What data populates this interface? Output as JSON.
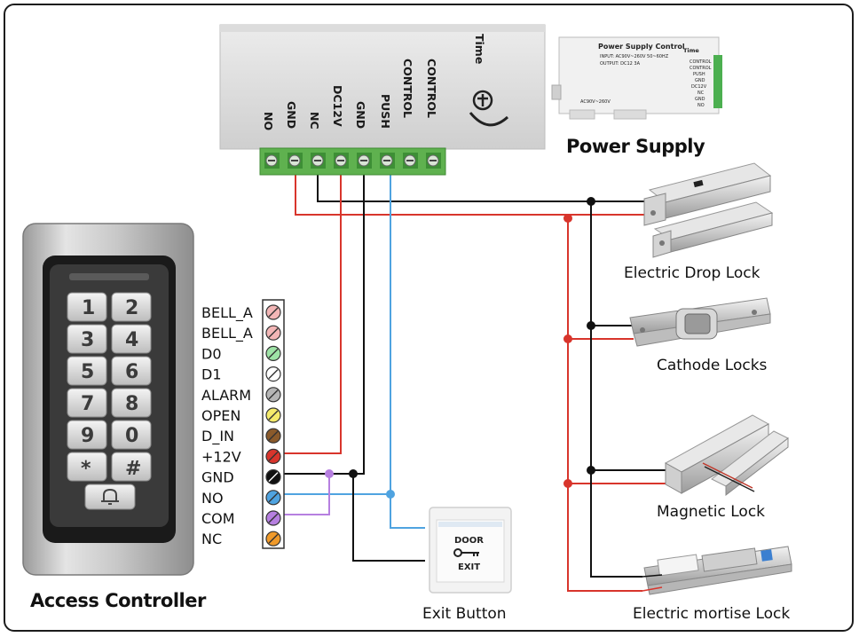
{
  "colors": {
    "red": "#d8352c",
    "black": "#111111",
    "blue": "#4fa3e0",
    "purple": "#b67fe0",
    "terminal_green": "#4caf50"
  },
  "power_supply": {
    "title": "Power Supply",
    "brand": "Time",
    "terminals": [
      "NO",
      "GND",
      "NC",
      "DC12V",
      "GND",
      "PUSH",
      "CONTROL",
      "CONTROL"
    ],
    "photo": {
      "brand": "Time",
      "title": "Power Supply Control",
      "input": "INPUT: AC90V~260V 50~60HZ",
      "output": "OUTPUT: DC12 3A",
      "side_text": "AC90V~260V",
      "terminals": [
        "CONTROL",
        "CONTROL",
        "PUSH",
        "GND",
        "DC12V",
        "NC",
        "GND",
        "NO"
      ]
    }
  },
  "access_controller": {
    "title": "Access Controller",
    "keys": [
      "1",
      "2",
      "3",
      "4",
      "5",
      "6",
      "7",
      "8",
      "9",
      "0",
      "*",
      "#"
    ],
    "terminals": [
      {
        "label": "BELL_A",
        "color": "#f3b6b6"
      },
      {
        "label": "BELL_A",
        "color": "#f3b6b6"
      },
      {
        "label": "D0",
        "color": "#9ee3a6"
      },
      {
        "label": "D1",
        "color": "#ffffff"
      },
      {
        "label": "ALARM",
        "color": "#b5b5b5"
      },
      {
        "label": "OPEN",
        "color": "#f4ea6a"
      },
      {
        "label": "D_IN",
        "color": "#8a5a2b"
      },
      {
        "label": "+12V",
        "color": "#d8352c"
      },
      {
        "label": "GND",
        "color": "#111111"
      },
      {
        "label": "NO",
        "color": "#4fa3e0"
      },
      {
        "label": "COM",
        "color": "#b67fe0"
      },
      {
        "label": "NC",
        "color": "#f09a2a"
      }
    ]
  },
  "exit_button": {
    "title": "Exit Button",
    "line1": "DOOR",
    "line2": "EXIT"
  },
  "locks": [
    {
      "title": "Electric Drop Lock"
    },
    {
      "title": "Cathode Locks"
    },
    {
      "title": "Magnetic Lock"
    },
    {
      "title": "Electric mortise Lock"
    }
  ]
}
